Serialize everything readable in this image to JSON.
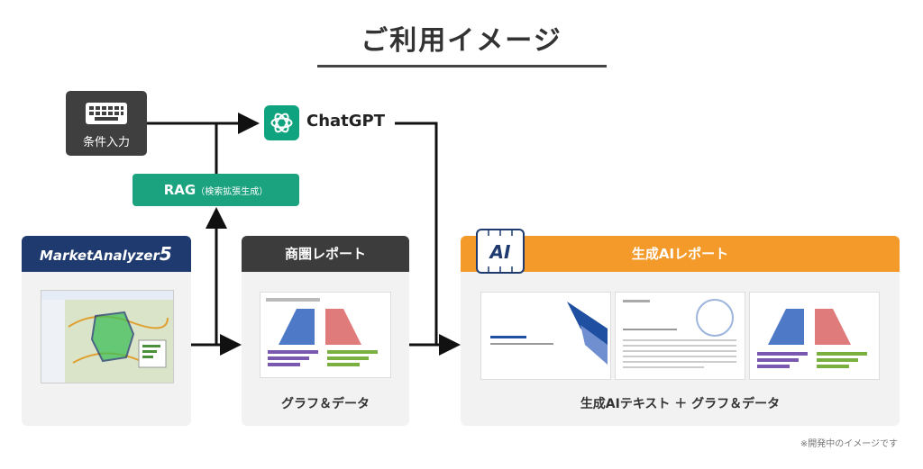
{
  "title": "ご利用イメージ",
  "input": {
    "label": "条件入力"
  },
  "chatgpt": {
    "label": "ChatGPT"
  },
  "rag": {
    "label": "RAG",
    "sub": "（検索拡張生成）"
  },
  "market_analyzer": {
    "title": "MarketAnalyzer",
    "version": "5"
  },
  "trade_report": {
    "title": "商圏レポート",
    "caption": "グラフ＆データ"
  },
  "ai_report": {
    "badge": "AI",
    "title": "生成AIレポート",
    "caption": "生成AIテキスト ＋ グラフ＆データ"
  },
  "footnote": "※開発中のイメージです",
  "colors": {
    "green": "#1ba27e",
    "chatgpt_green": "#10a37f",
    "navy": "#1f3a6e",
    "orange": "#f49a2a",
    "dark": "#3c3c3c"
  }
}
